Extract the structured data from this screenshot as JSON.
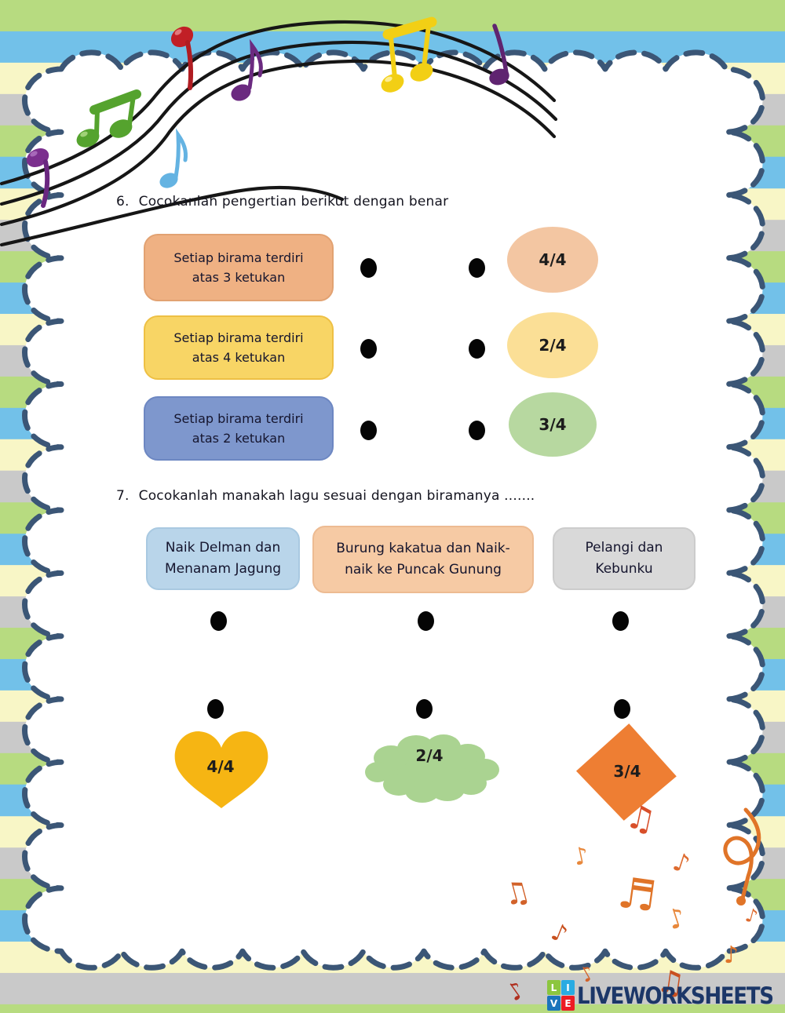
{
  "q6": {
    "number": "6.",
    "prompt": "Cocokanlah pengertian berikut dengan benar",
    "left_items": [
      {
        "line1": "Setiap birama terdiri",
        "line2": "atas 3 ketukan",
        "color": "#efb183"
      },
      {
        "line1": "Setiap birama terdiri",
        "line2": "atas 4 ketukan",
        "color": "#f8d565"
      },
      {
        "line1": "Setiap birama terdiri",
        "line2": "atas 2 ketukan",
        "color": "#7e97cd"
      }
    ],
    "right_items": [
      {
        "label": "4/4",
        "color": "#f3c6a2"
      },
      {
        "label": "2/4",
        "color": "#fbdf96"
      },
      {
        "label": "3/4",
        "color": "#b7d8a0"
      }
    ]
  },
  "q7": {
    "number": "7.",
    "prompt": "Cocokanlah manakah lagu sesuai dengan biramanya .......",
    "song_items": [
      {
        "line1": "Naik Delman dan",
        "line2": "Menanam Jagung",
        "color": "#b9d5ea"
      },
      {
        "line1": "Burung kakatua dan Naik-",
        "line2": "naik ke Puncak Gunung",
        "color": "#f6caa4"
      },
      {
        "line1": "Pelangi dan",
        "line2": "Kebunku",
        "color": "#d9d9d9"
      }
    ],
    "answer_shapes": [
      {
        "label": "4/4",
        "shape": "heart",
        "color": "#f6b513"
      },
      {
        "label": "2/4",
        "shape": "cloud",
        "color": "#aad391"
      },
      {
        "label": "3/4",
        "shape": "diamond",
        "color": "#ee7e33"
      }
    ]
  },
  "footer": {
    "logo_blocks": [
      {
        "letter": "L",
        "color": "#8cc63f"
      },
      {
        "letter": "I",
        "color": "#29abe2"
      },
      {
        "letter": "V",
        "color": "#1b75bb"
      },
      {
        "letter": "E",
        "color": "#ed1c24"
      }
    ],
    "logo_text": "LIVEWORKSHEETS"
  },
  "decor": {
    "border_color": "#3b5676",
    "stripe_colors": [
      "#b7db80",
      "#72c1e9",
      "#f8f6c6",
      "#c9c9c9"
    ],
    "note_glyphs": [
      "♫",
      "♪",
      "♫",
      "♬",
      "♪",
      "♪",
      "♪",
      "♪",
      "♫",
      "♪",
      "♪",
      "♪"
    ]
  }
}
